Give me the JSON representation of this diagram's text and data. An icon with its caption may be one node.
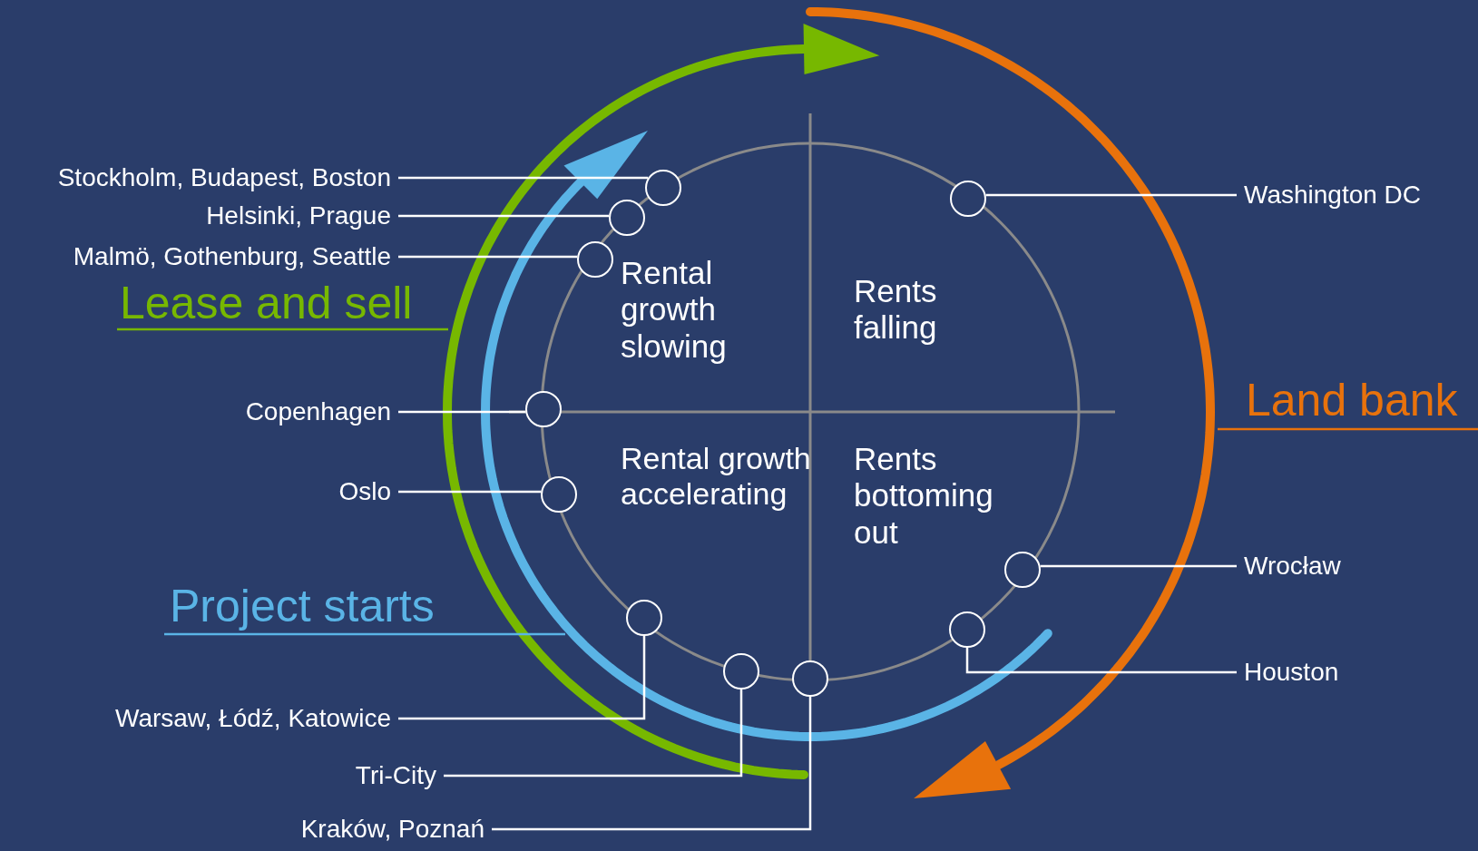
{
  "diagram": {
    "nodes": [
      {
        "text": [
          "Stockholm, Budapest, Boston"
        ]
      },
      {
        "text": [],
        "shape": "circle"
      },
      {
        "text": [
          "Helsinki, Prague"
        ]
      },
      {
        "text": [],
        "shape": "circle"
      },
      {
        "text": [
          "Malmö, Gothenburg, Seattle"
        ]
      },
      {
        "text": [],
        "shape": "circle"
      },
      {
        "text": [
          "Copenhagen"
        ]
      },
      {
        "text": [],
        "shape": "circle"
      },
      {
        "text": [
          "Oslo"
        ]
      },
      {
        "text": [],
        "shape": "circle"
      },
      {
        "text": [
          "Warsaw, Łódź, Katowice"
        ]
      },
      {
        "text": [],
        "shape": "circle"
      },
      {
        "text": [
          "Tri-City"
        ]
      },
      {
        "text": [],
        "shape": "circle"
      },
      {
        "text": [
          "Kraków, Poznań"
        ]
      },
      {
        "text": [],
        "shape": "circle"
      },
      {
        "text": [
          "Washington DC"
        ]
      },
      {
        "text": [],
        "shape": "circle"
      },
      {
        "text": [
          "Wrocław"
        ]
      },
      {
        "text": [],
        "shape": "circle"
      },
      {
        "text": [
          "Houston"
        ]
      },
      {
        "text": [],
        "shape": "circle"
      }
    ],
    "edges": [
      {
        "from": 0,
        "to": 1,
        "arrow": "none"
      },
      {
        "from": 2,
        "to": 3,
        "arrow": "none"
      },
      {
        "from": 4,
        "to": 5,
        "arrow": "none"
      },
      {
        "from": 6,
        "to": 7,
        "arrow": "none"
      },
      {
        "from": 8,
        "to": 9,
        "arrow": "none"
      },
      {
        "from": 10,
        "to": 11,
        "arrow": "none"
      },
      {
        "from": 12,
        "to": 13,
        "arrow": "none"
      },
      {
        "from": 14,
        "to": 15,
        "arrow": "none"
      },
      {
        "from": 16,
        "to": 17,
        "arrow": "none"
      },
      {
        "from": 18,
        "to": 19,
        "arrow": "none"
      },
      {
        "from": 20,
        "to": 21,
        "arrow": "none"
      }
    ],
    "labels": [
      "Rental growth slowing",
      "Rents falling",
      "Lease and sell",
      "Land bank",
      "Rental growth accelerating",
      "Rents bottoming out",
      "Project starts"
    ]
  }
}
